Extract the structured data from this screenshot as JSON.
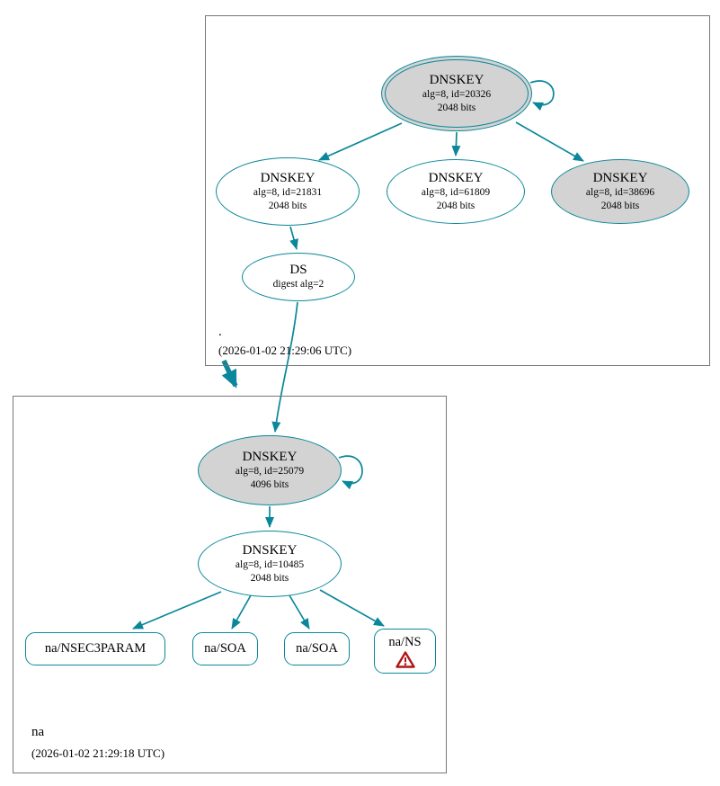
{
  "diagram": {
    "type": "dnssec-authentication-chain-graph",
    "zones": {
      "root": {
        "name": ".",
        "timestamp": "(2026-01-02 21:29:06 UTC)"
      },
      "na": {
        "name": "na",
        "timestamp": "(2026-01-02 21:29:18 UTC)"
      }
    },
    "nodes": {
      "root_ksk_20326": {
        "title": "DNSKEY",
        "alg_id": "alg=8, id=20326",
        "bits": "2048 bits"
      },
      "root_dnskey_21831": {
        "title": "DNSKEY",
        "alg_id": "alg=8, id=21831",
        "bits": "2048 bits"
      },
      "root_dnskey_61809": {
        "title": "DNSKEY",
        "alg_id": "alg=8, id=61809",
        "bits": "2048 bits"
      },
      "root_dnskey_38696": {
        "title": "DNSKEY",
        "alg_id": "alg=8, id=38696",
        "bits": "2048 bits"
      },
      "root_ds": {
        "title": "DS",
        "digest": "digest alg=2"
      },
      "na_ksk_25079": {
        "title": "DNSKEY",
        "alg_id": "alg=8, id=25079",
        "bits": "4096 bits"
      },
      "na_dnskey_10485": {
        "title": "DNSKEY",
        "alg_id": "alg=8, id=10485",
        "bits": "2048 bits"
      },
      "na_nsec3param": {
        "label": "na/NSEC3PARAM"
      },
      "na_soa_1": {
        "label": "na/SOA"
      },
      "na_soa_2": {
        "label": "na/SOA"
      },
      "na_ns": {
        "label": "na/NS",
        "icon": "error-warning-triangle"
      }
    },
    "edges": [
      {
        "from": "root_ksk_20326",
        "to": "root_ksk_20326",
        "type": "self-signature"
      },
      {
        "from": "root_ksk_20326",
        "to": "root_dnskey_21831",
        "type": "signature"
      },
      {
        "from": "root_ksk_20326",
        "to": "root_dnskey_61809",
        "type": "signature"
      },
      {
        "from": "root_ksk_20326",
        "to": "root_dnskey_38696",
        "type": "signature"
      },
      {
        "from": "root_dnskey_21831",
        "to": "root_ds",
        "type": "signature"
      },
      {
        "from": "root_ds",
        "to": "na_ksk_25079",
        "type": "delegation-digest"
      },
      {
        "from": "root_zone",
        "to": "na_zone",
        "type": "zone-delegation-thick-arrow"
      },
      {
        "from": "na_ksk_25079",
        "to": "na_ksk_25079",
        "type": "self-signature"
      },
      {
        "from": "na_ksk_25079",
        "to": "na_dnskey_10485",
        "type": "signature"
      },
      {
        "from": "na_dnskey_10485",
        "to": "na_nsec3param",
        "type": "signature"
      },
      {
        "from": "na_dnskey_10485",
        "to": "na_soa_1",
        "type": "signature"
      },
      {
        "from": "na_dnskey_10485",
        "to": "na_soa_2",
        "type": "signature"
      },
      {
        "from": "na_dnskey_10485",
        "to": "na_ns",
        "type": "signature"
      }
    ],
    "colors": {
      "edge_and_node_border": "#0a879a",
      "ksk_fill": "#d3d3d3",
      "node_fill": "#ffffff",
      "warning": "#b01717",
      "zone_box_border": "#777777"
    }
  }
}
